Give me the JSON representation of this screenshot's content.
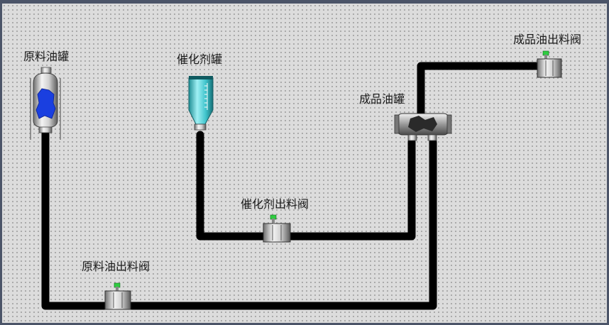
{
  "labels": {
    "raw_tank": "原料油罐",
    "catalyst_tank": "催化剂罐",
    "product_tank": "成品油罐",
    "product_valve": "成品油出料阀",
    "catalyst_valve": "催化剂出料阀",
    "raw_valve": "原料油出料阀"
  },
  "colors": {
    "pipe": "#000000",
    "valve_indicator": "#2ecc40",
    "raw_liquid": "#1a3fe0",
    "catalyst_body": "#3fc4cc",
    "background": "#dcdcdc",
    "frame": "#4b5468"
  },
  "icons": {
    "valve": "gate-valve-icon",
    "raw_tank": "vertical-reactor-icon",
    "catalyst_tank": "conical-hopper-icon",
    "product_tank": "horizontal-vessel-icon"
  }
}
